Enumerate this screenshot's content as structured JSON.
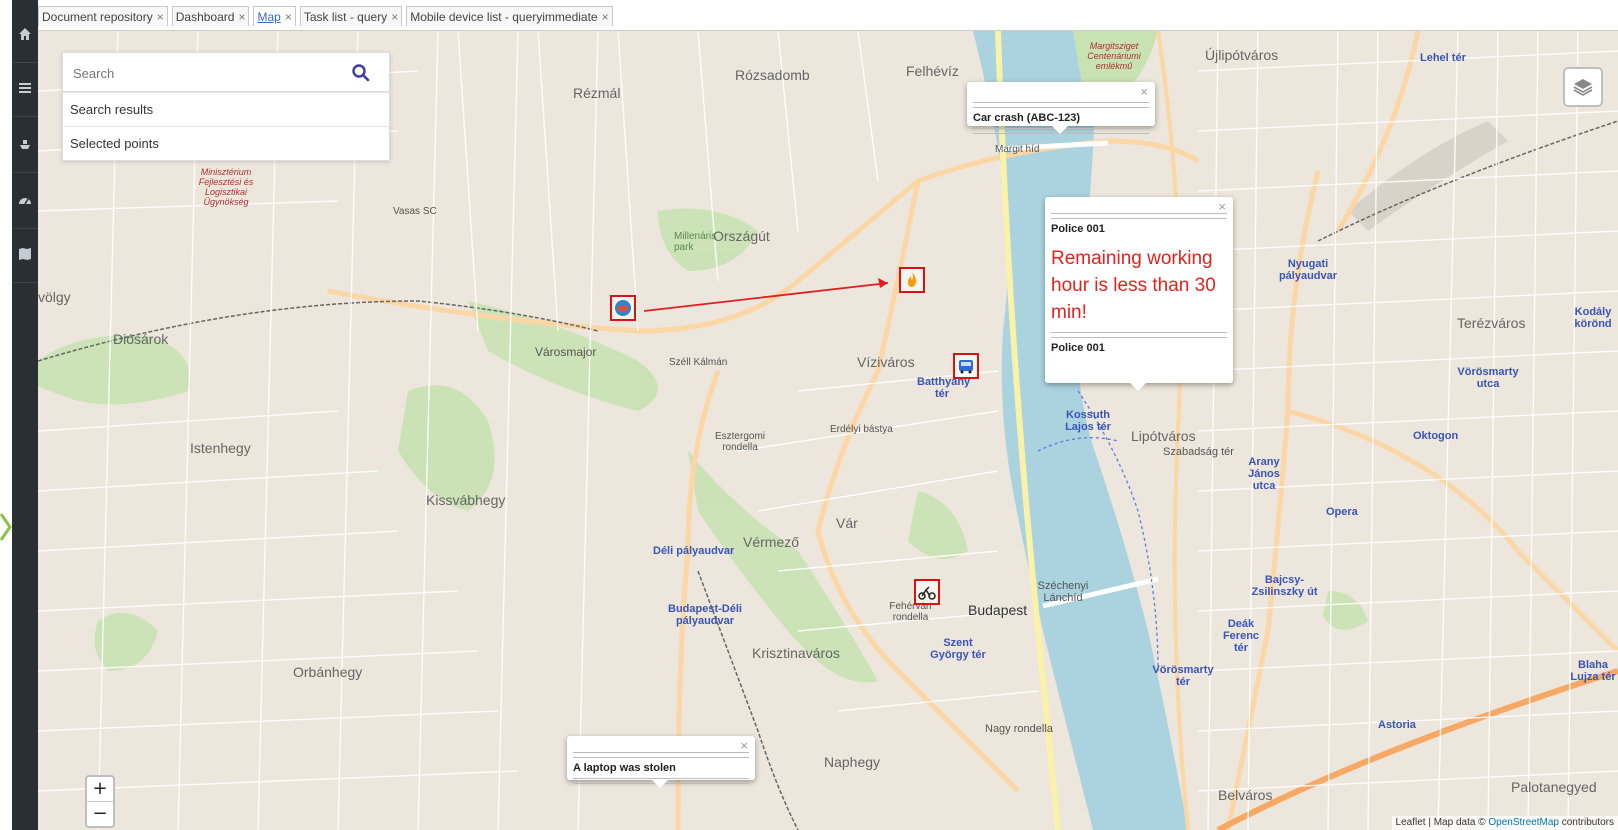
{
  "tabs": [
    {
      "label": "Document repository",
      "active": false
    },
    {
      "label": "Dashboard",
      "active": false
    },
    {
      "label": "Map",
      "active": true
    },
    {
      "label": "Task list - query",
      "active": false
    },
    {
      "label": "Mobile device list - queryimmediate",
      "active": false
    }
  ],
  "tab_close": "×",
  "sidebar": {
    "icons": [
      "home-icon",
      "list-icon",
      "ship-icon",
      "dashboard-gauge-icon",
      "map-book-icon"
    ],
    "expand_icon": "chevron-right-icon"
  },
  "search_panel": {
    "placeholder": "Search",
    "search_icon": "search-icon",
    "results_label": "Search results",
    "selected_label": "Selected points"
  },
  "popups": {
    "car_crash": {
      "title": "Car crash (ABC-123)"
    },
    "police": {
      "title": "Police 001",
      "message": "Remaining working hour is less than 30 min!",
      "footer": "Police 001"
    },
    "laptop": {
      "title": "A laptop was stolen"
    }
  },
  "popup_close": "×",
  "markers": [
    {
      "name": "car-marker",
      "icon": "car-icon"
    },
    {
      "name": "fire-marker",
      "icon": "fire-icon"
    },
    {
      "name": "bus-marker",
      "icon": "bus-icon"
    },
    {
      "name": "bicycle-marker",
      "icon": "bicycle-icon"
    }
  ],
  "map_labels": {
    "rozsadomb": "Rózsadomb",
    "rezmal": "Rézmál",
    "felhevíz": "Felhévíz",
    "ujlipotvaros": "Újlipótváros",
    "orszagut": "Országút",
    "varosmajor": "Városmajor",
    "viziváros": "Víziváros",
    "diosarok": "Diósárok",
    "istenhegy": "Istenhegy",
    "kissvabhegy": "Kissvábhegy",
    "vermezo": "Vérmező",
    "var": "Vár",
    "krisztinavaros": "Krisztinaváros",
    "orbanhegy": "Orbánhegy",
    "naphegy": "Naphegy",
    "budapest": "Budapest",
    "lipotvaros": "Lipótváros",
    "terezvaros": "Terézváros",
    "palotanegyed": "Palotanegyed",
    "belvaros": "Belváros",
    "nyugati": "Nyugati pályaudvar",
    "deli": "Déli pályaudvar",
    "budapest_deli": "Budapest-Déli pályaudvar",
    "batthyany": "Batthyány tér",
    "kossuth": "Kossuth Lajos tér",
    "szabadsag": "Szabadság tér",
    "arany": "Arany János utca",
    "opera": "Opera",
    "oktogon": "Oktogon",
    "deak": "Deák Ferenc tér",
    "szentgyorgy": "Szent György tér",
    "astoria": "Astoria",
    "vorosmarty": "Vörösmarty tér",
    "vorosmarty_utca": "Vörösmarty utca",
    "szechenyi": "Széchenyi Lánchíd",
    "lehel": "Lehel tér",
    "margit": "Margit híd",
    "szell": "Széll Kálmán",
    "bajcsy": "Bajcsy-Zsilinszky út",
    "nagy_rondella": "Nagy rondella",
    "feheivar": "Fehérvári rondella",
    "esztergomi": "Esztergomi rondella",
    "erdelyi": "Erdélyi bástya",
    "kodaly": "Kodály körönd",
    "blaha": "Blaha Lujza tér",
    "vasas": "Vasas SC",
    "millenaris": "Millenáris park",
    "vologyi": "völgy",
    "ministry": "Minisztérium Fejlesztési és Logisztikai Ügynökség",
    "margitsziget": "Margitsziget Centenáriumi emlékmű"
  },
  "zoom": {
    "in": "+",
    "out": "−"
  },
  "layers_icon": "layers-icon",
  "attribution": {
    "prefix": "Leaflet | Map data © ",
    "link": "OpenStreetMap",
    "suffix": " contributors"
  },
  "colors": {
    "rail": "#2a2f33",
    "marker_border": "#dd1111",
    "warning_text": "#e0231e",
    "river": "#aad3df",
    "accent_tab": "#2a6fc9"
  }
}
